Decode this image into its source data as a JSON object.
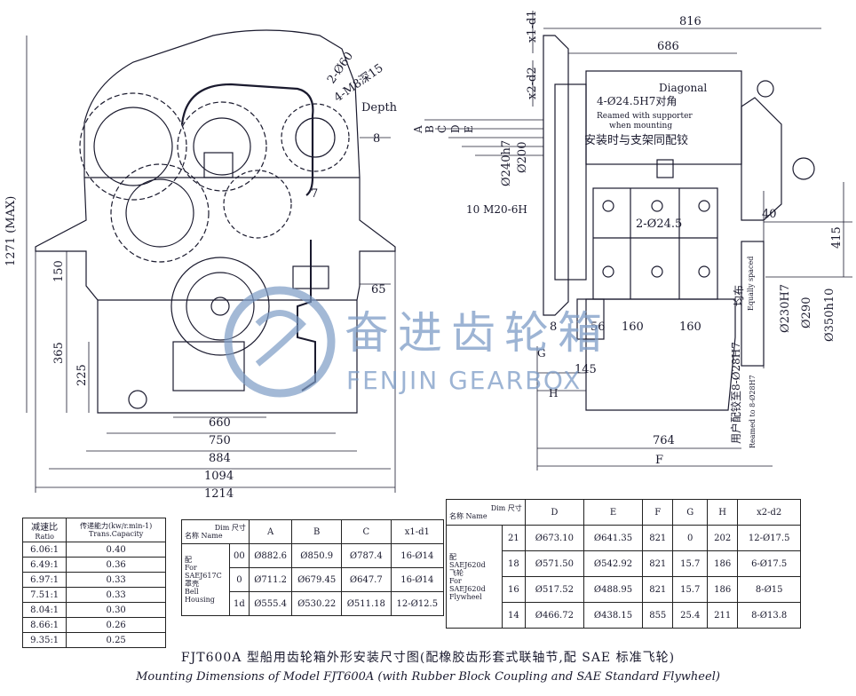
{
  "left_view": {
    "dims_horizontal": [
      "660",
      "750",
      "884",
      "1094",
      "1214"
    ],
    "dims_vertical": [
      "1271 (MAX)",
      "150",
      "365",
      "225"
    ],
    "annotations": [
      "2-Ø60",
      "4-M8深15",
      "Depth",
      "8",
      "7",
      "65"
    ]
  },
  "right_view": {
    "top_dims": [
      "816",
      "686"
    ],
    "left_labels": [
      "x1-d1",
      "x2-d2",
      "A",
      "B",
      "C",
      "D",
      "E",
      "Ø240h7",
      "Ø200",
      "10 M20-6H",
      "G",
      "H"
    ],
    "diagonal_note": [
      "Diagonal",
      "4-Ø24.5H7对角",
      "Reamed with supporter",
      "when mounting",
      "安装时与支架同配铰"
    ],
    "bolt_note": "2-Ø24.5",
    "right_dims": [
      "40",
      "415",
      "Ø230H7",
      "Ø290",
      "Ø350h10"
    ],
    "equally_spaced": "Equally spaced",
    "equal_angle": "均布",
    "bottom_dims": [
      "56",
      "160",
      "160",
      "145",
      "8"
    ],
    "user_ream": "用户配铰至8-Ø28H7",
    "reamed_to": "Reamed to 8-Ø28H7",
    "overall": [
      "764",
      "F"
    ]
  },
  "watermark": {
    "cn": "奋进齿轮箱",
    "en": "FENJIN GEARBOX"
  },
  "ratio_table": {
    "header_ratio_cn": "减速比",
    "header_ratio_en": "Ratio",
    "header_cap_cn": "传递能力(kw/r.min-1)",
    "header_cap_en": "Trans.Capacity",
    "rows": [
      [
        "6.06:1",
        "0.40"
      ],
      [
        "6.49:1",
        "0.36"
      ],
      [
        "6.97:1",
        "0.33"
      ],
      [
        "7.51:1",
        "0.33"
      ],
      [
        "8.04:1",
        "0.30"
      ],
      [
        "8.66:1",
        "0.26"
      ],
      [
        "9.35:1",
        "0.25"
      ]
    ]
  },
  "dim_table_1": {
    "corner_dim": "Dim 尺寸",
    "corner_name": "名称 Name",
    "headers": [
      "A",
      "B",
      "C",
      "x1-d1"
    ],
    "group_label": [
      "配",
      "For",
      "SAEJ617C",
      "罩壳",
      "Bell",
      "Housing"
    ],
    "rows": [
      [
        "00",
        "Ø882.6",
        "Ø850.9",
        "Ø787.4",
        "16-Ø14"
      ],
      [
        "0",
        "Ø711.2",
        "Ø679.45",
        "Ø647.7",
        "16-Ø14"
      ],
      [
        "1d",
        "Ø555.4",
        "Ø530.22",
        "Ø511.18",
        "12-Ø12.5"
      ]
    ]
  },
  "dim_table_2": {
    "corner_dim": "Dim 尺寸",
    "corner_name": "名称 Name",
    "headers": [
      "D",
      "E",
      "F",
      "G",
      "H",
      "x2-d2"
    ],
    "group_label_top": [
      "配",
      "SAEJ620d",
      "飞轮"
    ],
    "group_label_bottom": [
      "For",
      "SAEJ620d",
      "Flywheel"
    ],
    "rows": [
      [
        "21",
        "Ø673.10",
        "Ø641.35",
        "821",
        "0",
        "202",
        "12-Ø17.5"
      ],
      [
        "18",
        "Ø571.50",
        "Ø542.92",
        "821",
        "15.7",
        "186",
        "6-Ø17.5"
      ],
      [
        "16",
        "Ø517.52",
        "Ø488.95",
        "821",
        "15.7",
        "186",
        "8-Ø15"
      ],
      [
        "14",
        "Ø466.72",
        "Ø438.15",
        "855",
        "25.4",
        "211",
        "8-Ø13.8"
      ]
    ]
  },
  "caption": {
    "cn": "FJT600A 型船用齿轮箱外形安装尺寸图(配橡胶齿形套式联轴节,配 SAE 标准飞轮)",
    "en": "Mounting Dimensions of Model FJT600A (with Rubber Block Coupling and SAE Standard Flywheel)"
  }
}
